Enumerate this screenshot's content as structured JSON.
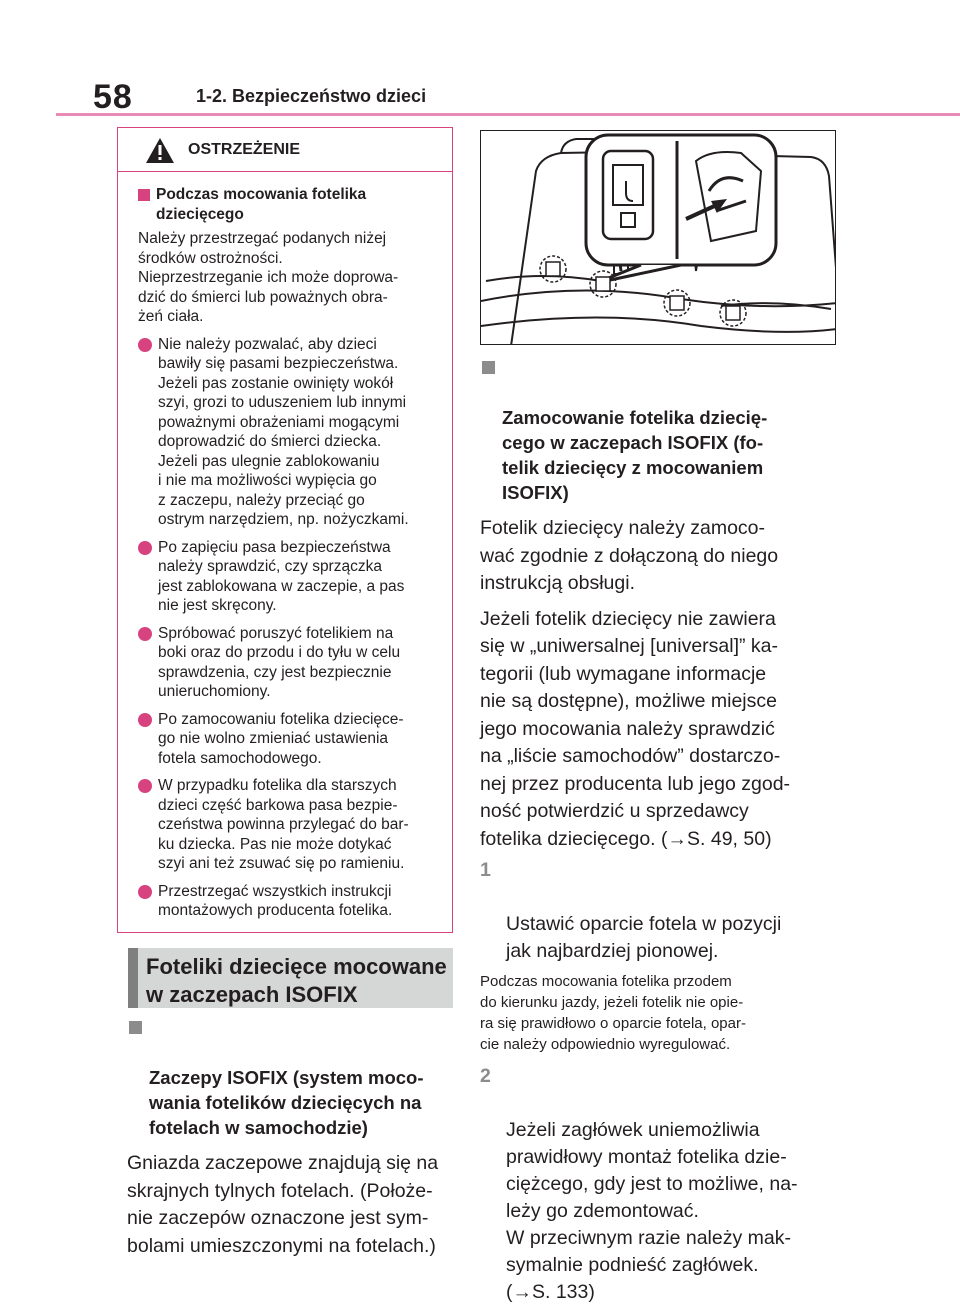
{
  "header": {
    "page_number": "58",
    "section": "1-2. Bezpieczeństwo dzieci"
  },
  "warning": {
    "label": "OSTRZEŻENIE",
    "subheading": "Podczas mocowania fotelika\ndziecięcego",
    "intro": "Należy przestrzegać podanych niżej\nśrodków ostrożności.\nNieprzestrzeganie ich może doprowa-\ndzić do śmierci lub poważnych obra-\nżeń ciała.",
    "items": [
      "Nie należy pozwalać, aby dzieci\nbawiły się pasami bezpieczeństwa.\nJeżeli pas zostanie owinięty wokół\nszyi, grozi to uduszeniem lub innymi\npoważnymi obrażeniami mogącymi\ndoprowadzić do śmierci dziecka.\nJeżeli pas ulegnie zablokowaniu\ni nie ma możliwości wypięcia go\nz zaczepu, należy przeciąć go\nostrym narzędziem, np. nożyczkami.",
      "Po zapięciu pasa bezpieczeństwa\nnależy sprawdzić, czy sprzączka\njest zablokowana w zaczepie, a pas\nnie jest skręcony.",
      "Spróbować poruszyć fotelikiem na\nboki oraz do przodu i do tyłu w celu\nsprawdzenia, czy jest bezpiecznie\nunieruchomiony.",
      "Po zamocowaniu fotelika dziecięce-\ngo nie wolno zmieniać ustawienia\nfotela samochodowego.",
      "W przypadku fotelika dla starszych\ndzieci część barkowa pasa bezpie-\nczeństwa powinna przylegać do bar-\nku dziecka. Pas nie może dotykać\nszyi ani też zsuwać się po ramieniu.",
      "Przestrzegać wszystkich instrukcji\nmontażowych producenta fotelika."
    ]
  },
  "isofix_heading": "Foteliki dziecięce mocowane\nw zaczepach ISOFIX",
  "left": {
    "subheading": "Zaczepy ISOFIX (system moco-\nwania fotelików dziecięcych na\nfotelach w samochodzie)",
    "paragraph": "Gniazda zaczepowe znajdują się na\nskrajnych tylnych fotelach. (Położe-\nnie zaczepów oznaczone jest sym-\nbolami umieszczonymi na fotelach.)"
  },
  "right": {
    "subheading": "Zamocowanie fotelika dziecię-\ncego w zaczepach ISOFIX (fo-\ntelik dziecięcy z mocowaniem\nISOFIX)",
    "para1": "Fotelik dziecięcy należy zamoco-\nwać zgodnie z dołączoną do niego\ninstrukcją obsługi.",
    "para2": "Jeżeli fotelik dziecięcy nie zawiera\nsię w „uniwersalnej [universal]” ka-\ntegorii (lub wymagane informacje\nnie są dostępne), możliwe miejsce\njego mocowania należy sprawdzić\nna „liście samochodów” dostarczo-\nnej przez producenta lub jego zgod-\nność potwierdzić u sprzedawcy\nfotelika dziecięcego. (→S. 49, 50)",
    "steps": [
      {
        "num": "1",
        "text": "Ustawić oparcie fotela w pozycji\njak najbardziej pionowej."
      },
      {
        "num": "2",
        "text": "Jeżeli zagłówek uniemożliwia\nprawidłowy montaż fotelika dzie-\nciężcego, gdy jest to możliwe, na-\nleży go zdemontować.\nW przeciwnym razie należy mak-\nsymalnie podnieść zagłówek.\n(→S. 133)"
      }
    ],
    "note": "Podczas mocowania fotelika przodem\ndo kierunku jazdy, jeżeli fotelik nie opie-\nra się prawidłowo o oparcie fotela, opar-\ncie należy odpowiednio wyregulować."
  },
  "colors": {
    "accent": "#d7437e",
    "header_rule": "#e98bb6",
    "heading_bg": "#d5d6d6",
    "heading_bar": "#7f7f7f"
  }
}
